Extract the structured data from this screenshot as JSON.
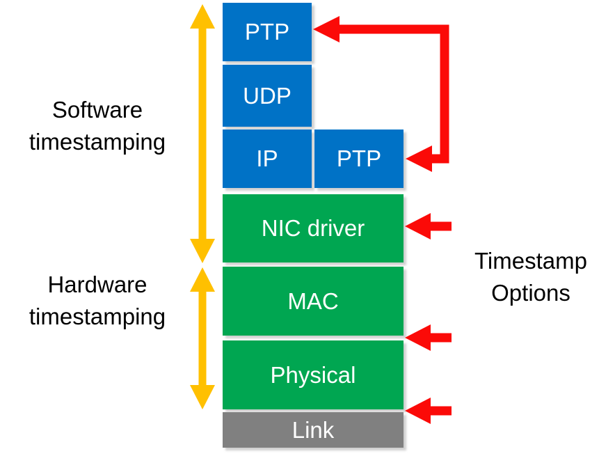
{
  "diagram": {
    "left_labels": {
      "software": {
        "line1": "Software",
        "line2": "timestamping"
      },
      "hardware": {
        "line1": "Hardware",
        "line2": "timestamping"
      }
    },
    "right_label": {
      "line1": "Timestamp",
      "line2": "Options"
    },
    "stack": {
      "boxes": [
        {
          "label": "PTP",
          "layer_type": "protocol"
        },
        {
          "label": "UDP",
          "layer_type": "protocol"
        },
        {
          "label": "IP",
          "layer_type": "protocol"
        },
        {
          "label": "PTP",
          "layer_type": "protocol"
        },
        {
          "label": "NIC driver",
          "layer_type": "driver"
        },
        {
          "label": "MAC",
          "layer_type": "hardware"
        },
        {
          "label": "Physical",
          "layer_type": "hardware"
        },
        {
          "label": "Link",
          "layer_type": "link"
        }
      ]
    },
    "arrows": {
      "software_range": "double-headed-vertical-arrow",
      "hardware_range": "double-headed-vertical-arrow",
      "ptp_loop": "elbow-arrow-ptp-to-ptp",
      "timestamp_points": [
        "nic-driver",
        "mac-physical-boundary",
        "physical-link-boundary"
      ]
    }
  },
  "colors": {
    "blue": "#0072C6",
    "green": "#00A651",
    "gray": "#808080",
    "yellow": "#FFC000",
    "red": "#FB0A08",
    "box-text": "#FFFFFF",
    "label-text": "#000000"
  }
}
